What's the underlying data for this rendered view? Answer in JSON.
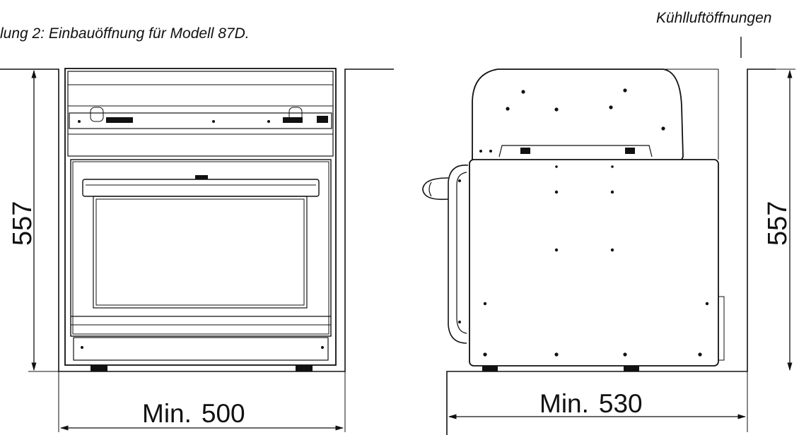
{
  "caption": "lung 2: Einbauöffnung für Modell 87D.",
  "cooling_vents_label": "Kühlluftöffnungen",
  "front_view": {
    "height_dim": "557",
    "width_prefix": "Min.",
    "width_value": "500"
  },
  "side_view": {
    "height_dim": "557",
    "depth_prefix": "Min.",
    "depth_value": "530"
  },
  "colors": {
    "line": "#111111",
    "background": "#ffffff"
  }
}
